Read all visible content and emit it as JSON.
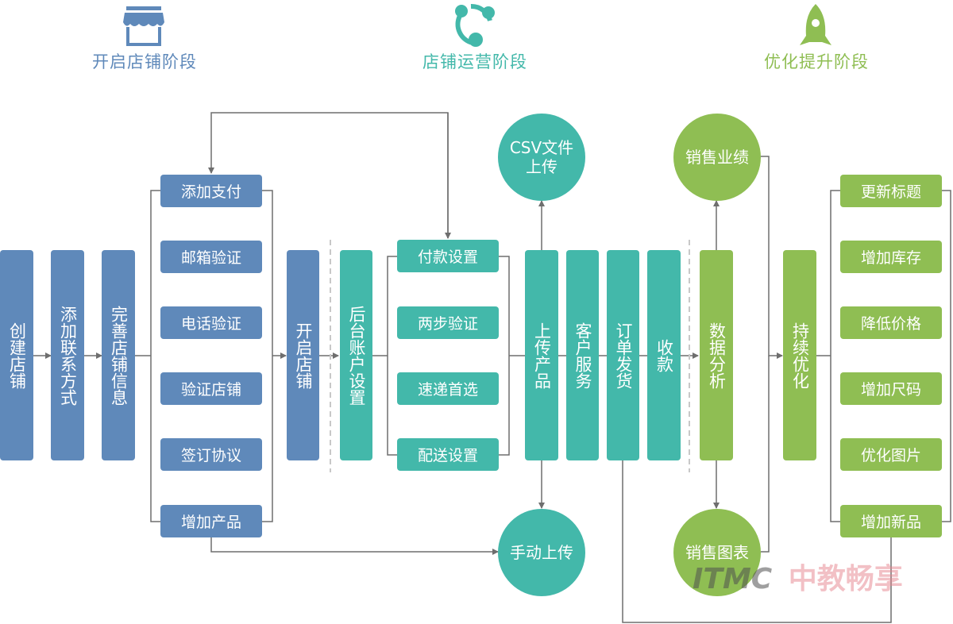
{
  "colors": {
    "stage1": "#5f89ba",
    "stage2": "#43b8aa",
    "stage3": "#8fbe53",
    "connector": "#6e6e6e"
  },
  "phases": [
    {
      "title": "开启店铺阶段",
      "icon": "storefront-icon"
    },
    {
      "title": "店铺运营阶段",
      "icon": "share-cycle-icon"
    },
    {
      "title": "优化提升阶段",
      "icon": "rocket-icon"
    }
  ],
  "stage1": {
    "steps": [
      "创建店铺",
      "添加联系方式",
      "完善店铺信息"
    ],
    "substeps": [
      "添加支付",
      "邮箱验证",
      "电话验证",
      "验证店铺",
      "签订协议",
      "增加产品"
    ],
    "open_store": "开启店铺"
  },
  "stage2": {
    "backend": "后台账户设置",
    "settings": [
      "付款设置",
      "两步验证",
      "速递首选",
      "配送设置"
    ],
    "operations": [
      "上传产品",
      "客户服务",
      "订单发货",
      "收款"
    ],
    "upload_csv": "CSV文件上传",
    "upload_manual": "手动上传"
  },
  "stage3": {
    "analysis": "数据分析",
    "sales_performance": "销售业绩",
    "sales_chart": "销售图表",
    "optimize": "持续优化",
    "actions": [
      "更新标题",
      "增加库存",
      "降低价格",
      "增加尺码",
      "优化图片",
      "增加新品"
    ]
  },
  "watermark": {
    "latin": "ITMC",
    "chinese": "中教畅享"
  }
}
